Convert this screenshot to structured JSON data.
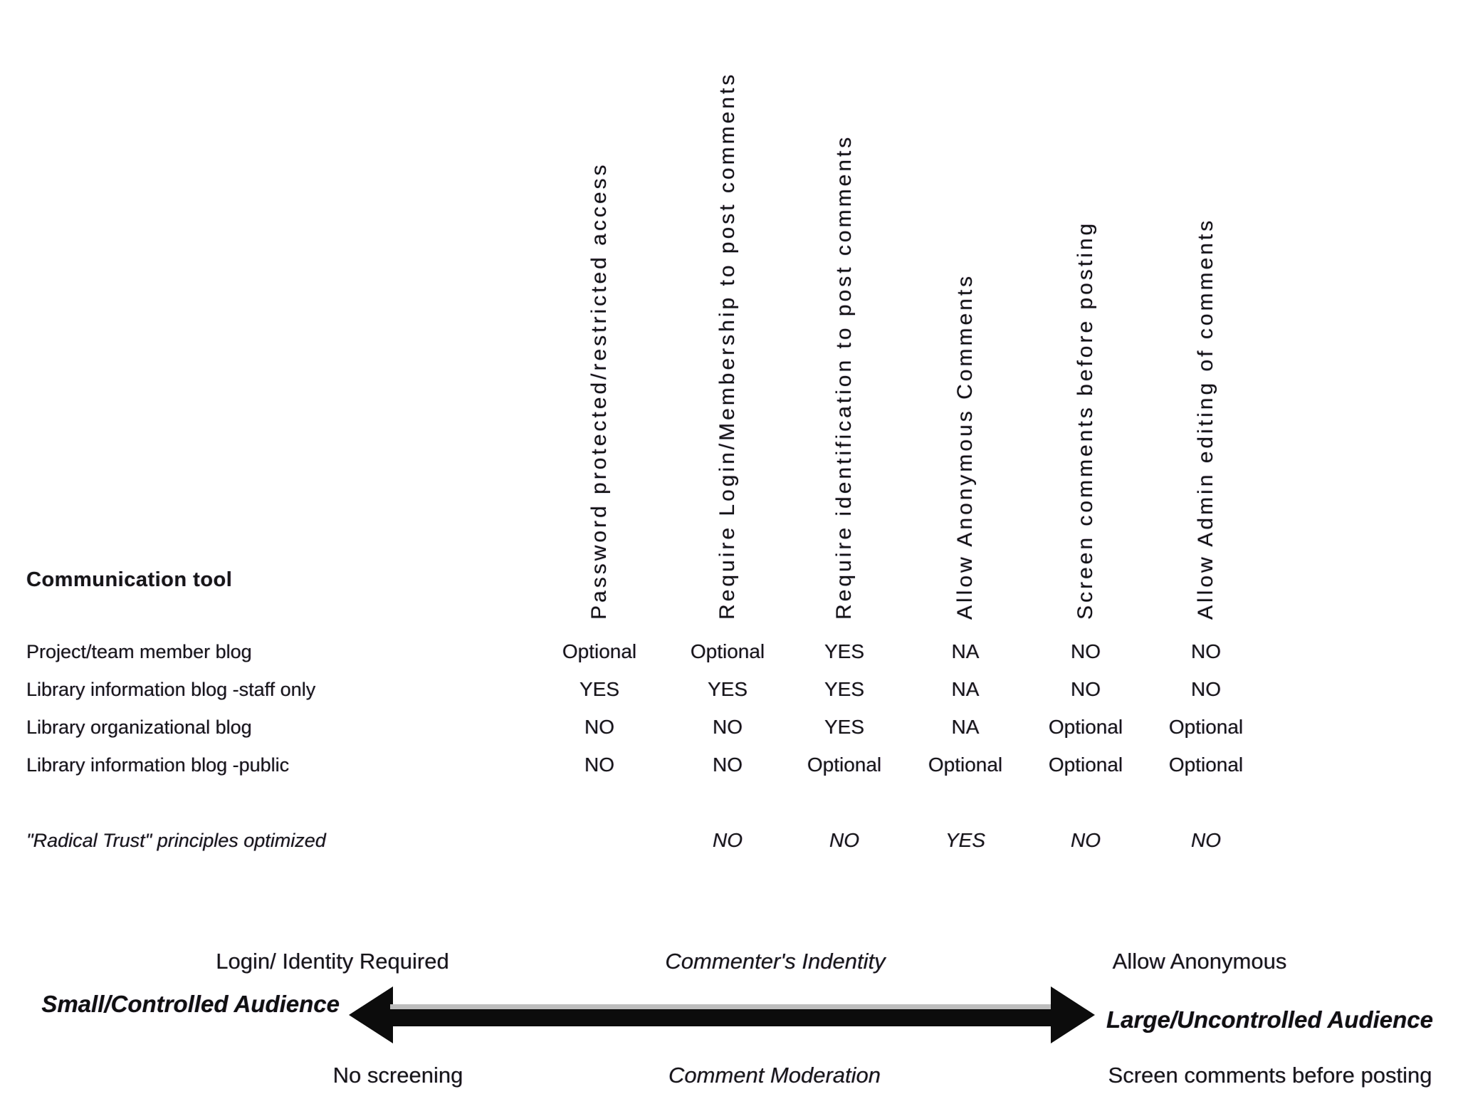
{
  "figure": {
    "background": "#ffffff",
    "text_color": "#161616",
    "arrow_color": "#0c0c0c",
    "arrow_highlight": "#bdbdbd"
  },
  "table": {
    "row_header": "Communication tool",
    "columns": [
      "Password protected/restricted access",
      "Require Login/Membership to post comments",
      "Require identification to post comments",
      "Allow Anonymous Comments",
      "Screen comments before posting",
      "Allow Admin editing of comments"
    ],
    "rows": [
      {
        "label": "Project/team member blog",
        "values": [
          "Optional",
          "Optional",
          "YES",
          "NA",
          "NO",
          "NO"
        ]
      },
      {
        "label": "Library information blog -staff only",
        "values": [
          "YES",
          "YES",
          "YES",
          "NA",
          "NO",
          "NO"
        ]
      },
      {
        "label": "Library organizational blog",
        "values": [
          "NO",
          "NO",
          "YES",
          "NA",
          "Optional",
          "Optional"
        ]
      },
      {
        "label": "Library information blog -public",
        "values": [
          "NO",
          "NO",
          "Optional",
          "Optional",
          "Optional",
          "Optional"
        ]
      }
    ],
    "footer_row": {
      "label": "\"Radical Trust\" principles optimized",
      "values": [
        "",
        "NO",
        "NO",
        "YES",
        "NO",
        "NO"
      ]
    }
  },
  "spectrum": {
    "top_labels": [
      "Login/ Identity Required",
      "Commenter's Indentity",
      "Allow Anonymous"
    ],
    "left_label": "Small/Controlled Audience",
    "right_label": "Large/Uncontrolled Audience",
    "bottom_labels": [
      "No screening",
      "Comment Moderation",
      "Screen comments before posting"
    ],
    "arrow_direction": "double-headed"
  },
  "chart_data": {
    "type": "table",
    "title": "Communication tool",
    "columns": [
      "Password protected/restricted access",
      "Require Login/Membership to post comments",
      "Require identification to post comments",
      "Allow Anonymous Comments",
      "Screen comments before posting",
      "Allow Admin editing of comments"
    ],
    "rows": [
      [
        "Project/team member blog",
        "Optional",
        "Optional",
        "YES",
        "NA",
        "NO",
        "NO"
      ],
      [
        "Library information blog -staff only",
        "YES",
        "YES",
        "YES",
        "NA",
        "NO",
        "NO"
      ],
      [
        "Library organizational blog",
        "NO",
        "NO",
        "YES",
        "NA",
        "Optional",
        "Optional"
      ],
      [
        "Library information blog -public",
        "NO",
        "NO",
        "Optional",
        "Optional",
        "Optional",
        "Optional"
      ],
      [
        "\"Radical Trust\" principles optimized",
        "",
        "NO",
        "NO",
        "YES",
        "NO",
        "NO"
      ]
    ],
    "annotations": {
      "axis_type": "spectrum-double-arrow",
      "left_pole": "Small/Controlled Audience",
      "right_pole": "Large/Uncontrolled Audience",
      "left_attributes": [
        "Login/ Identity Required",
        "No screening"
      ],
      "middle_attributes": [
        "Commenter's Indentity",
        "Comment Moderation"
      ],
      "right_attributes": [
        "Allow Anonymous",
        "Screen comments before posting"
      ]
    }
  }
}
